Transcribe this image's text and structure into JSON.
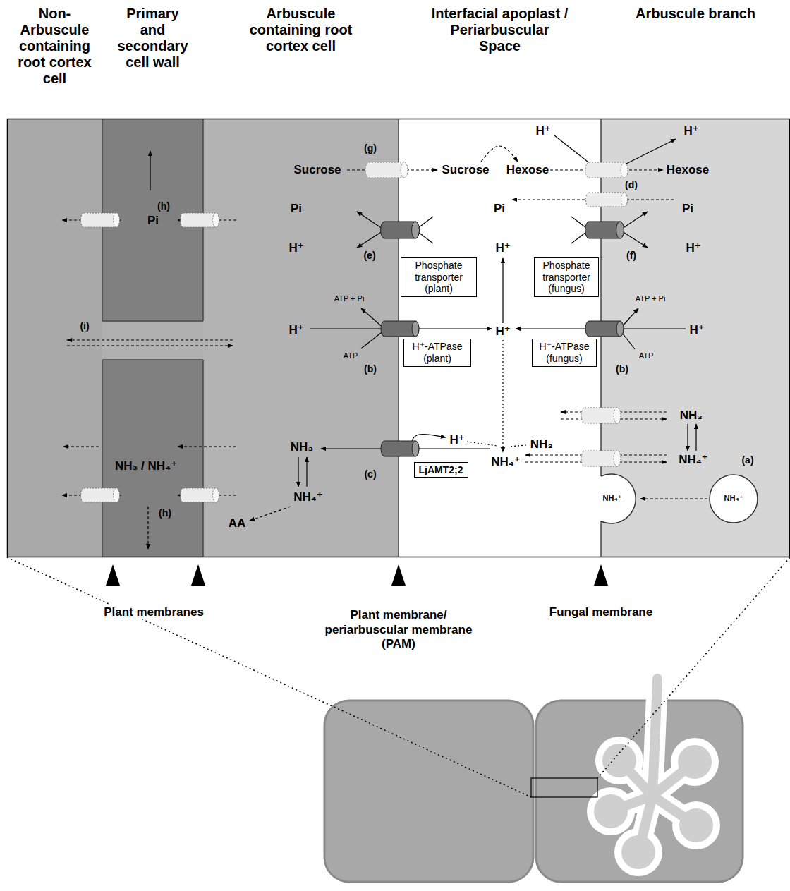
{
  "diagram": {
    "nodes": [
      {
        "text": [
          "Non-Arbuscule containing root cortex cell"
        ]
      },
      {
        "text": [
          "Primary and secondary cell wall"
        ]
      },
      {
        "text": [
          "Arbuscule containing root cortex cell"
        ]
      },
      {
        "text": [
          "Interfacial apoplast / Periarbuscular Space"
        ]
      },
      {
        "text": [
          "Arbuscule branch"
        ]
      },
      {
        "text": [
          "Phosphate transporter (plant)"
        ],
        "in": 3
      },
      {
        "text": [
          "Phosphate transporter (fungus)"
        ],
        "in": 3
      },
      {
        "text": [
          "H⁺-ATPase (plant)"
        ],
        "in": 3
      },
      {
        "text": [
          "H⁺-ATPase (fungus)"
        ],
        "in": 3
      },
      {
        "text": [
          "LjAMT2;2"
        ],
        "in": 3
      }
    ],
    "labels": [
      "H⁺",
      "H⁺",
      "(g)",
      "Sucrose",
      "Sucrose",
      "Hexose",
      "Hexose",
      "(d)",
      "(h)",
      "Pi",
      "Pi",
      "Pi",
      "Pi",
      "H⁺",
      "(e)",
      "H⁺",
      "(f)",
      "H⁺",
      "ATP + Pi",
      "ATP + Pi",
      "(i)",
      "H⁺",
      "H⁺",
      "H⁺",
      "ATP",
      "ATP",
      "(b)",
      "(b)",
      "NH₃",
      "H⁺",
      "NH₃",
      "NH₃",
      "NH₄⁺",
      "(a)",
      "NH₃ / NH₄⁺",
      "NH₄⁺",
      "(c)",
      "NH₄⁺",
      "NH₄⁺",
      "NH₄⁺",
      "(h)",
      "AA",
      "Plant membranes",
      "Plant membrane/ periarbuscular membrane (PAM)",
      "Fungal membrane"
    ]
  }
}
